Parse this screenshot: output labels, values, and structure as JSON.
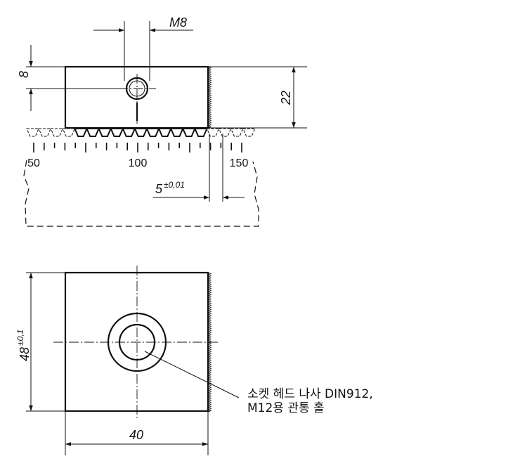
{
  "top_view": {
    "dim_thread": "M8",
    "dim_8": "8",
    "dim_22": "22",
    "dim_5": "5",
    "dim_5_tol": "±0,01",
    "scale_labels": [
      "50",
      "100",
      "150"
    ]
  },
  "front_view": {
    "dim_height": "48",
    "dim_height_tol": "±0,1",
    "dim_width": "40",
    "note_line1": "소켓 헤드 나사 DIN912,",
    "note_line2": "M12용 관통 홀"
  }
}
